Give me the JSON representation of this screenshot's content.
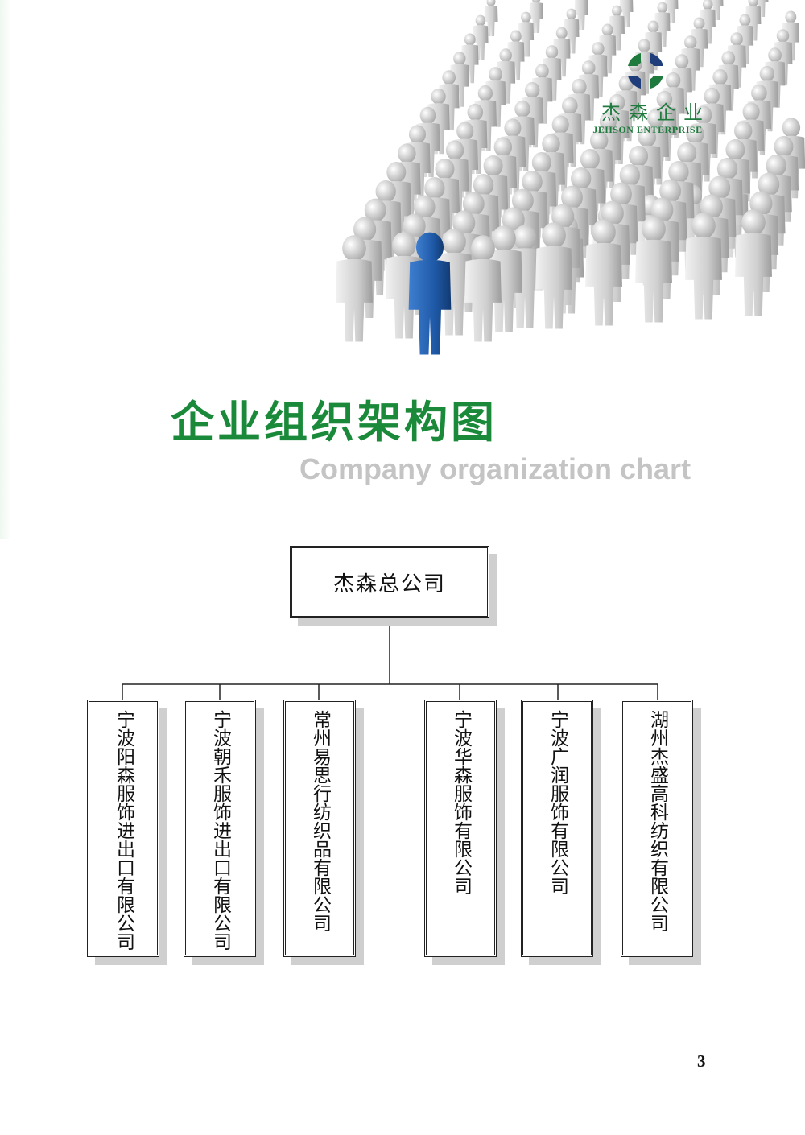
{
  "logo": {
    "brand_cn": "杰森企业",
    "brand_en": "JEHSON ENTERPRISE",
    "colors": {
      "green": "#1f7a3e",
      "navy": "#1f3d7a"
    }
  },
  "hero": {
    "description_icon": "crowd-figures-icon",
    "leader_color": "#1f5aa8",
    "crowd_color": "#d6d6d6"
  },
  "title": {
    "chinese": "企业组织架构图",
    "english": "Company organization chart"
  },
  "org_chart": {
    "root": "杰森总公司",
    "children": [
      "宁波阳森服饰进出口有限公司",
      "宁波朝禾服饰进出口有限公司",
      "常州易思行纺织品有限公司",
      "宁波华森服饰有限公司",
      "宁波广润服饰有限公司",
      "湖州杰盛高科纺织有限公司"
    ]
  },
  "page_number": "3",
  "colors": {
    "title_green": "#1a8a3a",
    "subtitle_gray": "#c4c4c4"
  }
}
